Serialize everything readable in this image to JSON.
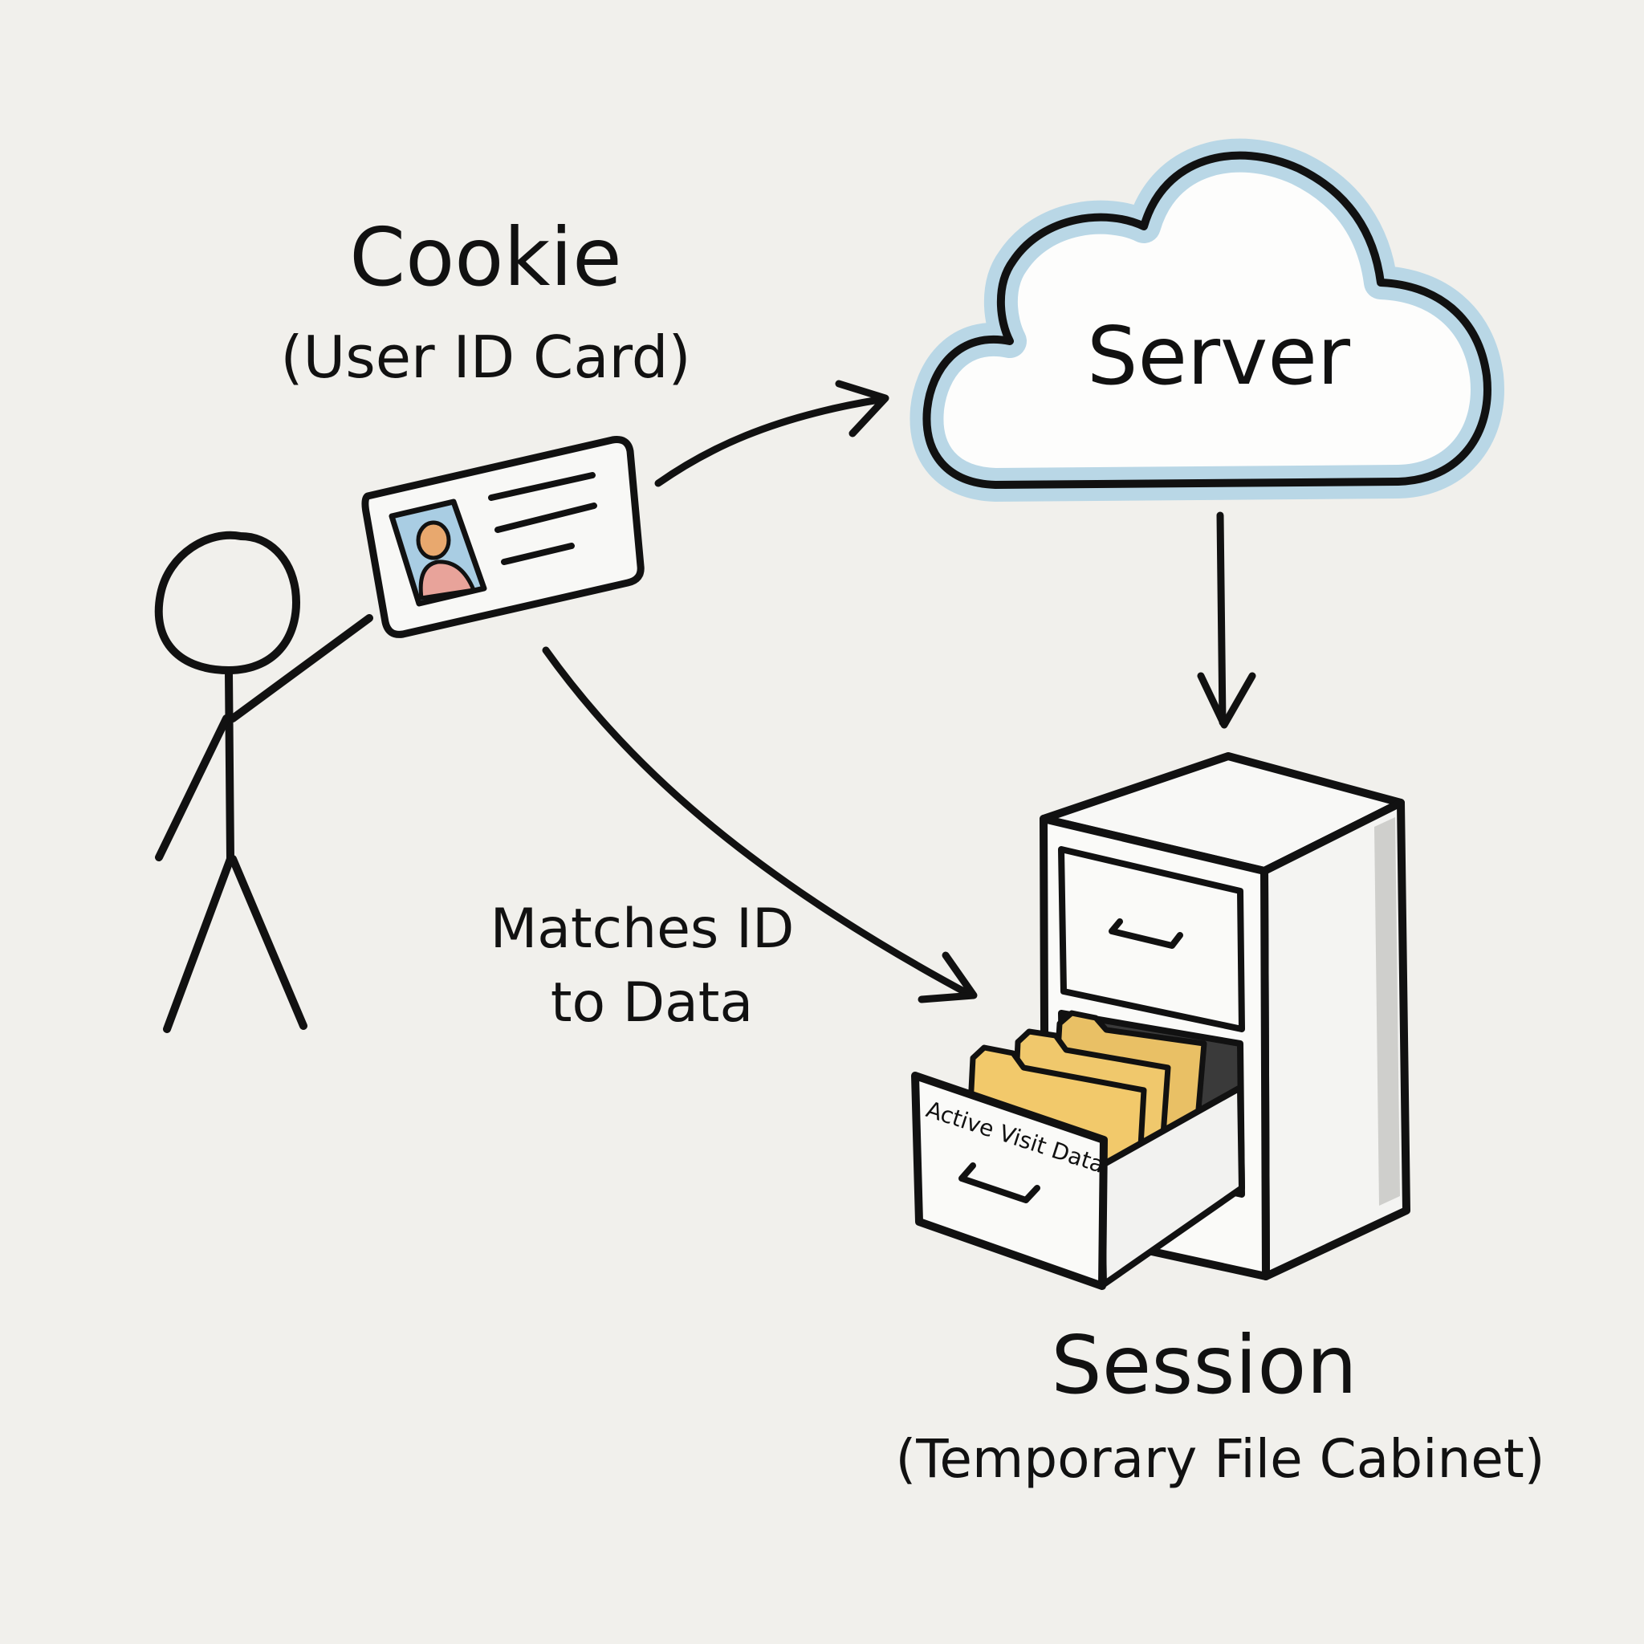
{
  "cookie": {
    "title": "Cookie",
    "subtitle": "(User ID Card)"
  },
  "server": {
    "label": "Server"
  },
  "arrow_label": {
    "line1": "Matches ID",
    "line2": "to Data"
  },
  "session": {
    "title": "Session",
    "subtitle": "(Temporary File Cabinet)",
    "drawer_label": "Active Visit Data"
  },
  "colors": {
    "ink": "#111111",
    "background": "#f1f0ec",
    "cloud_fill": "#fdfdfc",
    "cloud_glow": "#b9d7e6",
    "folder": "#f2c96b",
    "photo_bg": "#a9cde3",
    "person_head": "#e8a86e",
    "person_body": "#e8a39a"
  }
}
